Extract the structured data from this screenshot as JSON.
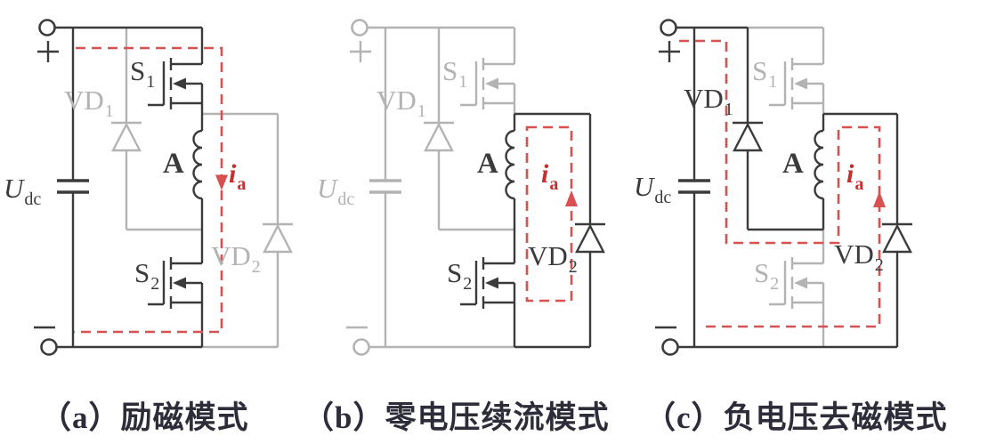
{
  "figure_type": "circuit-diagram-three-panel",
  "colors": {
    "background": "#ffffff",
    "active": "#3b3b3b",
    "inactive": "#b3b3b3",
    "current_path": "#d85050",
    "current_label": "#c62f2f",
    "caption_text": "#2d2d3a"
  },
  "component_labels": {
    "source": {
      "base": "U",
      "sub": "dc"
    },
    "upper_diode": {
      "base": "VD",
      "sub": "1"
    },
    "upper_switch": {
      "base": "S",
      "sub": "1"
    },
    "winding": "A",
    "phase_current": {
      "base": "i",
      "sub": "a"
    },
    "lower_diode": {
      "base": "VD",
      "sub": "2"
    },
    "lower_switch": {
      "base": "S",
      "sub": "2"
    }
  },
  "panels": [
    {
      "id": "a",
      "caption": "（a）励磁模式",
      "current_arrow_direction": "down",
      "dimmed_components": [
        "VD1",
        "VD2"
      ],
      "highlighted_components": [
        "Udc",
        "S1",
        "A",
        "S2"
      ]
    },
    {
      "id": "b",
      "caption": "（b）零电压续流模式",
      "current_arrow_direction": "up",
      "dimmed_components": [
        "Udc",
        "VD1",
        "S1"
      ],
      "highlighted_components": [
        "A",
        "S2",
        "VD2"
      ]
    },
    {
      "id": "c",
      "caption": "（c）负电压去磁模式",
      "current_arrow_direction": "up",
      "dimmed_components": [
        "S1",
        "S2"
      ],
      "highlighted_components": [
        "Udc",
        "VD1",
        "A",
        "VD2"
      ]
    }
  ]
}
